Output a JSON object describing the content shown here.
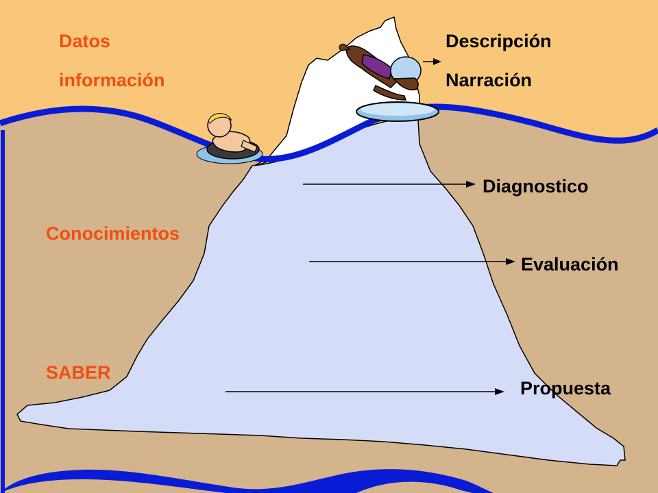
{
  "colors": {
    "sky": "#f9c77a",
    "sea": "#d4b48c",
    "wave": "#0a1bd6",
    "ice_above": "#ffffff",
    "ice_below": "#d5dcf7",
    "outline": "#000000",
    "left_text": "#f04e12",
    "right_text": "#000000"
  },
  "left_labels": {
    "datos": "Datos",
    "informacion": "información",
    "conocimientos": "Conocimientos",
    "saber": "SABER"
  },
  "right_labels": {
    "descripcion": "Descripción",
    "narracion": "Narración",
    "diagnostico": "Diagnostico",
    "evaluacion": "Evaluación",
    "propuesta": "Propuesta"
  },
  "icons": {
    "floater": "child-on-inner-tube-icon",
    "diver": "diving-swimmer-icon",
    "pool": "water-pool-icon"
  }
}
